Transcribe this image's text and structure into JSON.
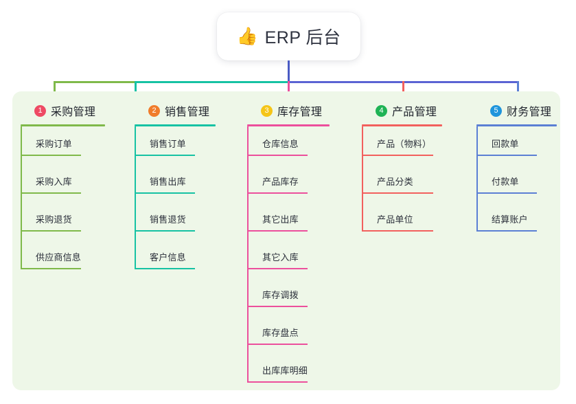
{
  "title": {
    "icon": "thumbs-up-icon",
    "emoji": "👍",
    "text": "ERP 后台"
  },
  "colors": {
    "panel_bg": "#eef7e8",
    "card_bg": "#ffffff",
    "trunk_blue": "#4a5bc4",
    "bar_green": "#7fb94a",
    "bar_teal": "#16c2a3",
    "bar_indigo": "#5b63d3",
    "drop_green": "#7fb94a",
    "drop_teal": "#16c2a3",
    "drop_pink": "#ec4f9c",
    "drop_red": "#f2605d",
    "drop_blue": "#5b7fd4"
  },
  "columns": [
    {
      "index": "1",
      "badge_color": "#ee4a64",
      "line_color": "#7fb94a",
      "title": "采购管理",
      "items": [
        "采购订单",
        "采购入库",
        "采购退货",
        "供应商信息"
      ]
    },
    {
      "index": "2",
      "badge_color": "#f07c2b",
      "line_color": "#16c2a3",
      "title": "销售管理",
      "items": [
        "销售订单",
        "销售出库",
        "销售退货",
        "客户信息"
      ]
    },
    {
      "index": "3",
      "badge_color": "#f5c518",
      "line_color": "#ec4f9c",
      "title": "库存管理",
      "items": [
        "仓库信息",
        "产品库存",
        "其它出库",
        "其它入库",
        "库存调拨",
        "库存盘点",
        "出库库明细"
      ]
    },
    {
      "index": "4",
      "badge_color": "#1fb355",
      "line_color": "#f2605d",
      "title": "产品管理",
      "items": [
        "产品（物料）",
        "产品分类",
        "产品单位"
      ]
    },
    {
      "index": "5",
      "badge_color": "#1f95dc",
      "line_color": "#5b7fd4",
      "title": "财务管理",
      "items": [
        "回款单",
        "付款单",
        "结算账户"
      ]
    }
  ]
}
